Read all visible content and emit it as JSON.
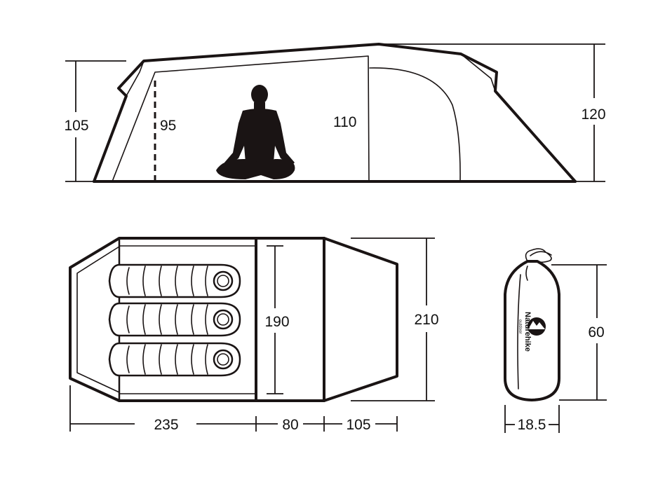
{
  "side_view": {
    "height_front_outer": "105",
    "height_inner_door": "95",
    "height_inner_rear": "110",
    "height_total": "120"
  },
  "top_view": {
    "inner_length": "190",
    "total_width": "210",
    "length_front": "235",
    "length_middle": "80",
    "length_rear": "105"
  },
  "pack": {
    "height": "60",
    "diameter": "18.5",
    "brand_name": "Naturehike",
    "brand_tagline": "outdoor"
  }
}
